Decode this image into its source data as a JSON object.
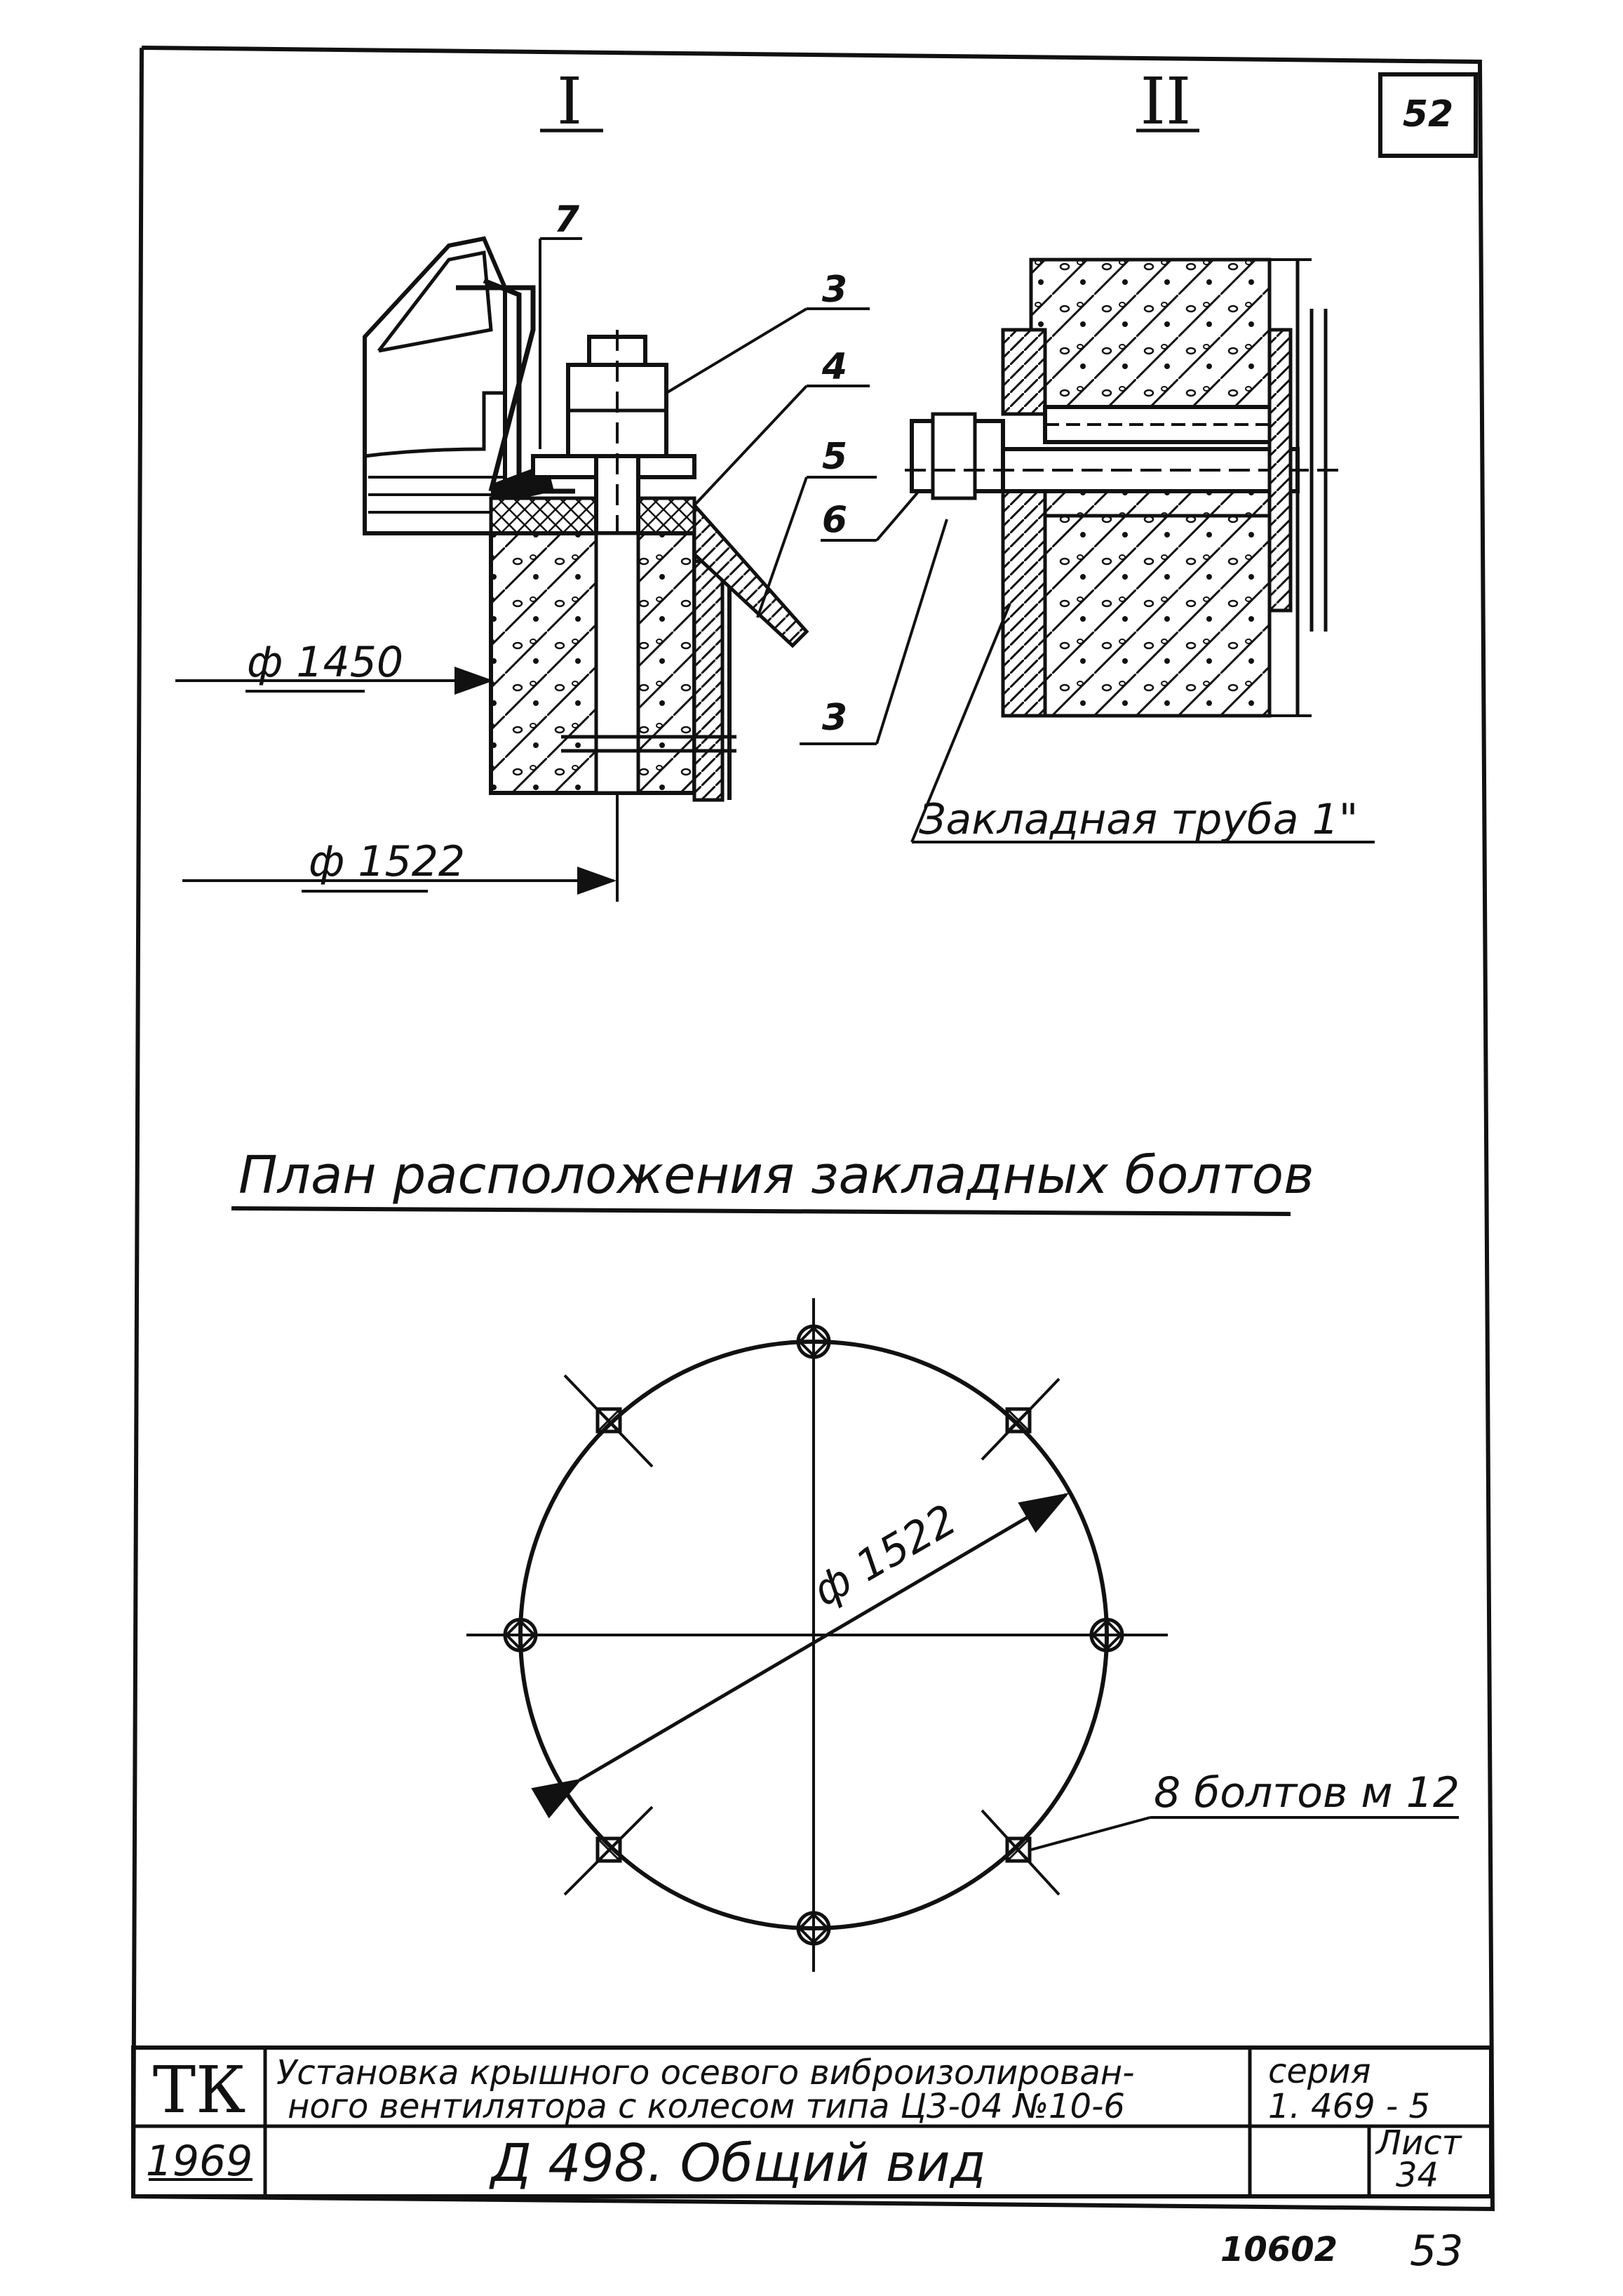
{
  "sheet_number": "52",
  "sections": {
    "section_1_label": "I",
    "section_2_label": "II"
  },
  "callouts": {
    "c7": "7",
    "c3_top": "3",
    "c4": "4",
    "c5": "5",
    "c6": "6",
    "c3_bottom": "3"
  },
  "dimensions": {
    "d_inner": "ф 1450",
    "d_outer": "ф 1522",
    "d_plan": "ф 1522"
  },
  "embedded_pipe_label": "Закладная труба 1\"",
  "plan_title": "План расположения закладных болтов",
  "bolts_label": "8 болтов м 12",
  "title_block": {
    "org": "ТК",
    "year": "1969",
    "description_line1": "Установка крышного осевого виброизолирован-",
    "description_line2": "ного вентилятора с колесом типа Ц3-04 №10-6",
    "series_label": "серия",
    "series_value": "1. 469 - 5",
    "drawing_title": "Д 498.  Общий  вид",
    "sheet_label": "Лист",
    "sheet_value": "34"
  },
  "footer": {
    "doc_number": "10602",
    "page_number": "53"
  }
}
